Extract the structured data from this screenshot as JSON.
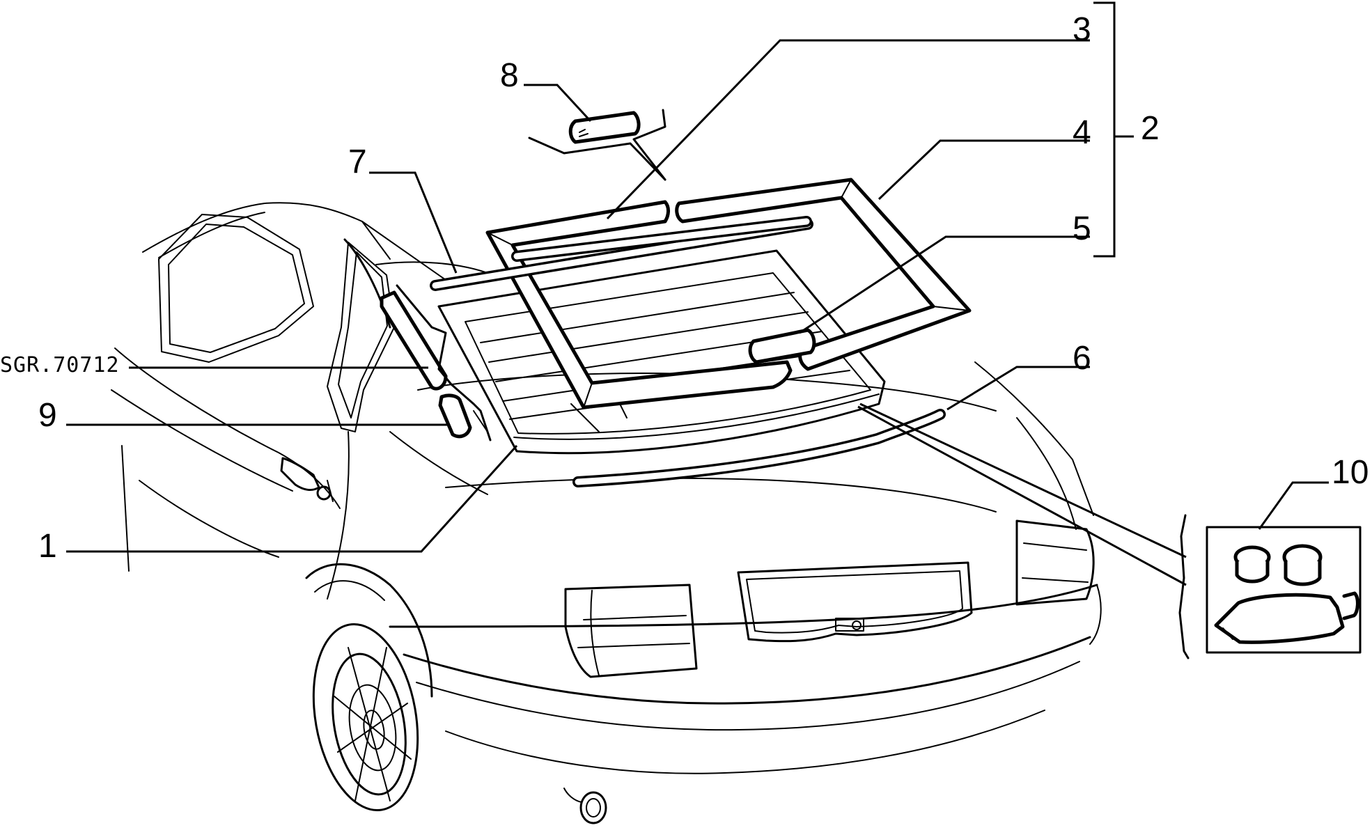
{
  "diagram": {
    "callouts": {
      "c1": "1",
      "c2": "2",
      "c3": "3",
      "c4": "4",
      "c5": "5",
      "c6": "6",
      "c7": "7",
      "c8": "8",
      "c9": "9",
      "c10": "10"
    },
    "part_code": "SGR.70712"
  }
}
